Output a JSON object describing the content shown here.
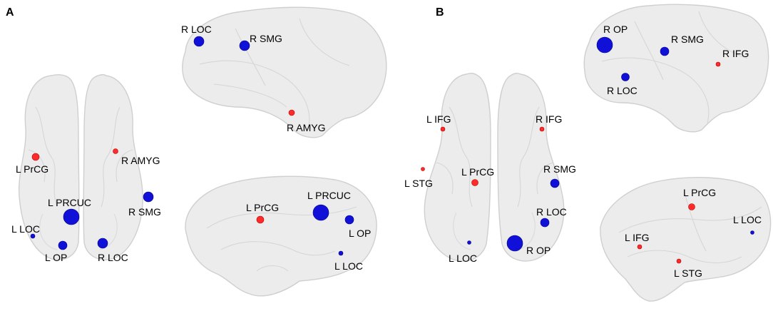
{
  "colors": {
    "excitatory": "#ff2a2a",
    "inhibitory": "#1010d8"
  },
  "panels": [
    {
      "letter": "A",
      "views": [
        {
          "view": "axial",
          "nodes": [
            {
              "label": "L PrCG",
              "color": "red",
              "size": "small"
            },
            {
              "label": "R AMYG",
              "color": "red",
              "size": "small"
            },
            {
              "label": "L PRCUC",
              "color": "blue",
              "size": "large"
            },
            {
              "label": "R SMG",
              "color": "blue",
              "size": "medium"
            },
            {
              "label": "L LOC",
              "color": "blue",
              "size": "tiny"
            },
            {
              "label": "L OP",
              "color": "blue",
              "size": "medium"
            },
            {
              "label": "R LOC",
              "color": "blue",
              "size": "medium"
            }
          ]
        },
        {
          "view": "right-lateral",
          "nodes": [
            {
              "label": "R LOC",
              "color": "blue",
              "size": "medium"
            },
            {
              "label": "R SMG",
              "color": "blue",
              "size": "medium"
            },
            {
              "label": "R AMYG",
              "color": "red",
              "size": "small"
            }
          ]
        },
        {
          "view": "left-medial",
          "nodes": [
            {
              "label": "L PrCG",
              "color": "red",
              "size": "small"
            },
            {
              "label": "L PRCUC",
              "color": "blue",
              "size": "large"
            },
            {
              "label": "L OP",
              "color": "blue",
              "size": "medium"
            },
            {
              "label": "L LOC",
              "color": "blue",
              "size": "tiny"
            }
          ]
        }
      ]
    },
    {
      "letter": "B",
      "views": [
        {
          "view": "axial",
          "nodes": [
            {
              "label": "L IFG",
              "color": "red",
              "size": "small"
            },
            {
              "label": "R IFG",
              "color": "red",
              "size": "small"
            },
            {
              "label": "L STG",
              "color": "red",
              "size": "tiny"
            },
            {
              "label": "L PrCG",
              "color": "red",
              "size": "small"
            },
            {
              "label": "R SMG",
              "color": "blue",
              "size": "medium"
            },
            {
              "label": "R LOC",
              "color": "blue",
              "size": "medium"
            },
            {
              "label": "L LOC",
              "color": "blue",
              "size": "tiny"
            },
            {
              "label": "R OP",
              "color": "blue",
              "size": "large"
            }
          ]
        },
        {
          "view": "right-lateral",
          "nodes": [
            {
              "label": "R OP",
              "color": "blue",
              "size": "large"
            },
            {
              "label": "R SMG",
              "color": "blue",
              "size": "medium"
            },
            {
              "label": "R IFG",
              "color": "red",
              "size": "small"
            },
            {
              "label": "R LOC",
              "color": "blue",
              "size": "medium"
            }
          ]
        },
        {
          "view": "left-lateral",
          "nodes": [
            {
              "label": "L PrCG",
              "color": "red",
              "size": "small"
            },
            {
              "label": "L LOC",
              "color": "blue",
              "size": "tiny"
            },
            {
              "label": "L IFG",
              "color": "red",
              "size": "small"
            },
            {
              "label": "L STG",
              "color": "red",
              "size": "small"
            }
          ]
        }
      ]
    }
  ]
}
